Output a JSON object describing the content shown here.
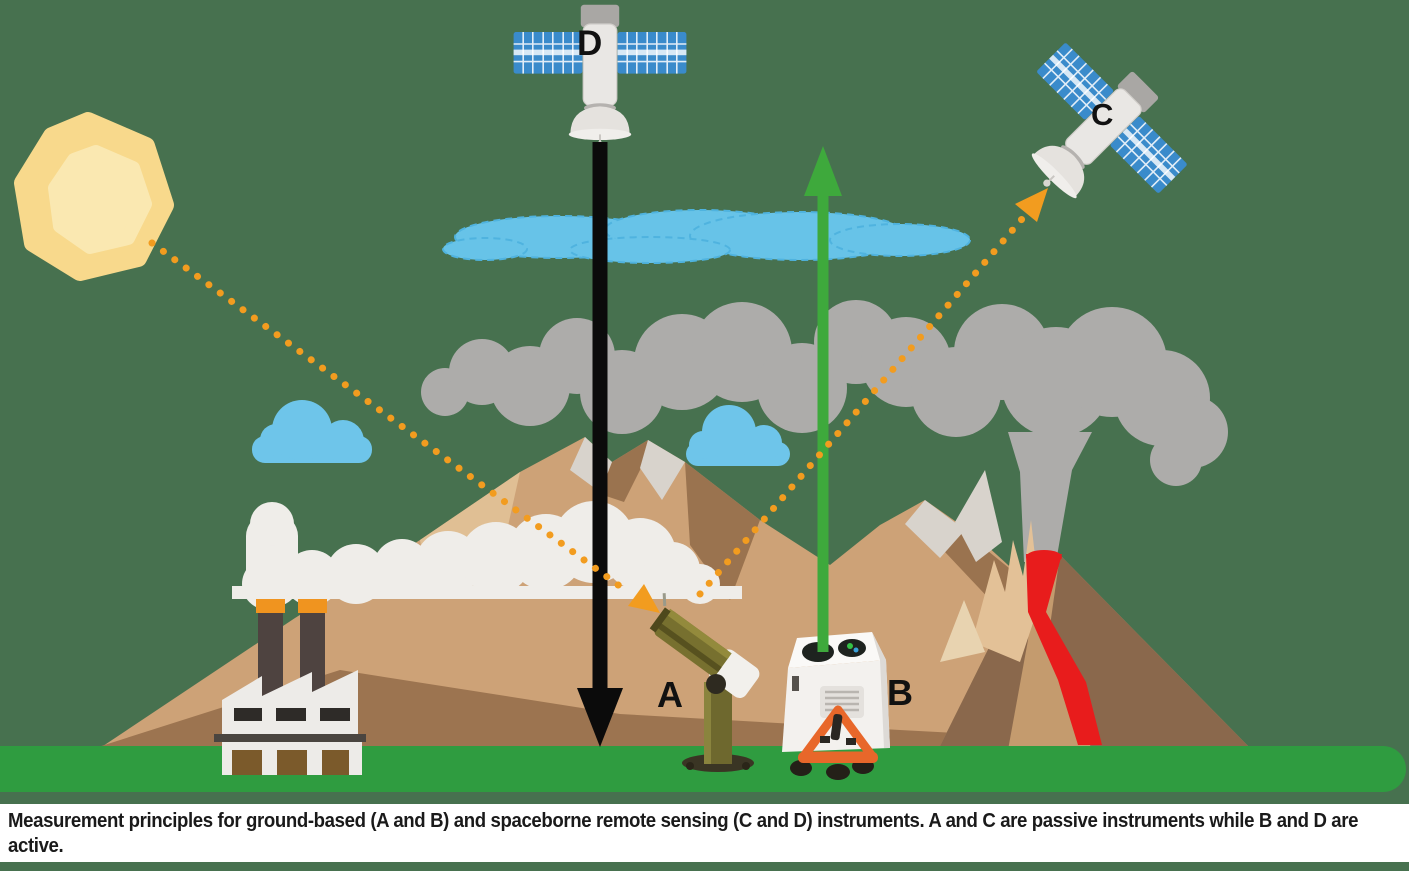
{
  "caption": {
    "line1": "Measurement principles for ground-based (A and B) and spaceborne remote sensing (C and D) instruments. A and C are passive instruments while B and D are",
    "line2": "active."
  },
  "labels": {
    "instrument_a": "A",
    "instrument_b": "B",
    "satellite_c": "C",
    "satellite_d": "D"
  },
  "colors": {
    "background": "#47714F",
    "grass": "#2F9C40",
    "sun_outer": "#F8D98C",
    "sun_inner": "#FAE8B1",
    "sky_cloud_blue": "#6EC5EA",
    "scribble_cloud_blue": "#67C3E8",
    "gray_cloud": "#ADACAA",
    "white_cloud": "#EFEDE9",
    "mountain_tan": "#CDA277",
    "mountain_shadow": "#9A734F",
    "mountain_snow": "#D8D3CC",
    "volcano_dark": "#8A684C",
    "lava_red": "#E81C1C",
    "factory_white": "#EDEBE8",
    "chimney_brown": "#4E4340",
    "chimney_band_orange": "#F0941F",
    "door_brown": "#7B5A2B",
    "instrument_olive": "#6E682E",
    "instrument_white": "#F2F0EC",
    "lidar_white": "#F3F1EE",
    "stand_orange": "#E8672A",
    "ray_orange": "#F29C1F",
    "beam_green": "#3EA93C",
    "arrow_black": "#0B0B0B",
    "panel_blue": "#3A8BCB",
    "satellite_gray": "#E9E7E4",
    "caption_bg": "#FFFFFF",
    "caption_text": "#1A1A1A"
  }
}
